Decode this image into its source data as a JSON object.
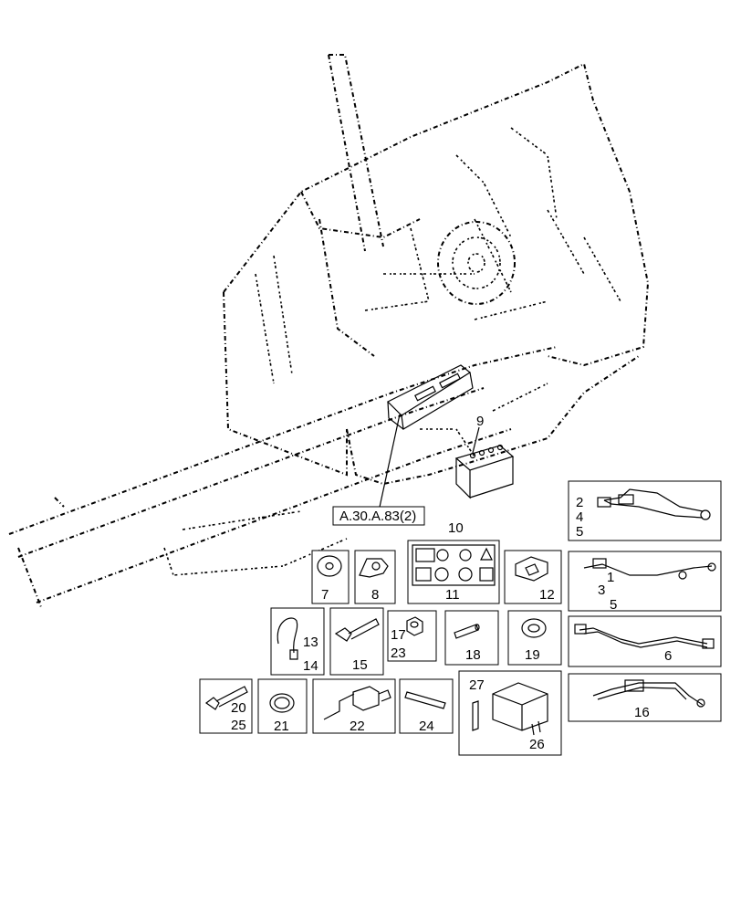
{
  "reference_label": "A.30.A.83(2)",
  "battery": {
    "num_top": "9",
    "num_bottom": "10"
  },
  "cables": [
    {
      "id": "cable-a",
      "numbers": [
        "2",
        "4",
        "5"
      ]
    },
    {
      "id": "cable-b",
      "numbers": [
        "1",
        "3",
        "5"
      ]
    },
    {
      "id": "cable-c",
      "numbers": [
        "6"
      ]
    },
    {
      "id": "cable-d",
      "numbers": [
        "16"
      ]
    }
  ],
  "parts": {
    "p7": "7",
    "p8": "8",
    "p11": "11",
    "p12": "12",
    "p13": "13",
    "p14": "14",
    "p15": "15",
    "p17": "17",
    "p23": "23",
    "p18": "18",
    "p19": "19",
    "p20": "20",
    "p25": "25",
    "p21": "21",
    "p22": "22",
    "p24": "24",
    "p27": "27",
    "p26": "26"
  }
}
